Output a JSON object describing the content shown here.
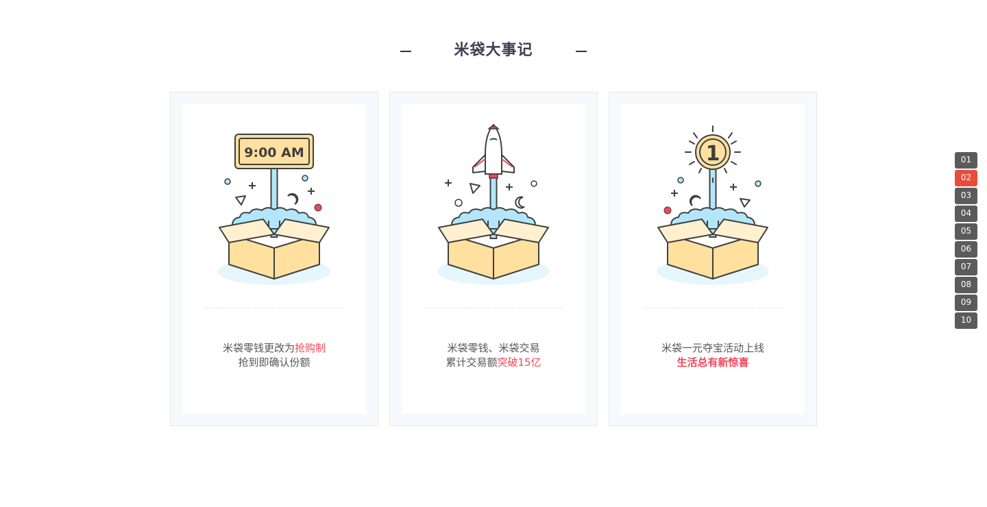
{
  "section": {
    "title": "米袋大事记"
  },
  "cards": [
    {
      "sign_text": "9:00 AM",
      "line1": "米袋零钱更改为",
      "line1_highlight": "抢购制",
      "line2": "抢到即确认份额",
      "line2_highlight": ""
    },
    {
      "line1": "米袋零钱、米袋交易",
      "line1_highlight": "",
      "line2": "累计交易额",
      "line2_highlight": "突破15亿"
    },
    {
      "medal_text": "1",
      "line1": "米袋一元夺宝活动上线",
      "line1_highlight": "",
      "line2": "",
      "line2_highlight": "生活总有新惊喜"
    }
  ],
  "pager": {
    "items": [
      "01",
      "02",
      "03",
      "04",
      "05",
      "06",
      "07",
      "08",
      "09",
      "10"
    ],
    "active": "02"
  },
  "colors": {
    "highlight": "#f0475b",
    "pager_active": "#e84c3d",
    "pager_default": "#5b5b5b",
    "box_fill": "#ffe09f",
    "cloud_fill": "#b3e6fb"
  }
}
